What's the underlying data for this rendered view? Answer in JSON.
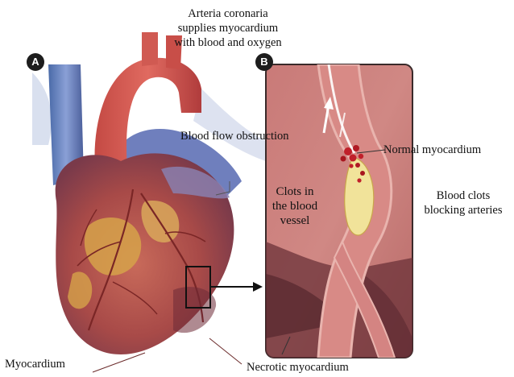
{
  "panels": {
    "a": "A",
    "b": "B"
  },
  "labels": {
    "title_line1": "Arteria coronaria",
    "title_line2": "supplies myocardium",
    "title_line3": "with blood and oxygen",
    "blood_flow_obstruction": "Blood flow obstruction",
    "normal_myocardium": "Normal myocardium",
    "clots_line1": "Clots in",
    "clots_line2": "the blood",
    "clots_line3": "vessel",
    "blocking_line1": "Blood clots",
    "blocking_line2": "blocking arteries",
    "myocardium": "Myocardium",
    "necrotic_myocardium": "Necrotic myocardium"
  },
  "colors": {
    "heart_red": "#b8484a",
    "vessel_blue": "#6b7fb8",
    "fat_yellow": "#d6a24a",
    "plaque_yellow": "#f1e39a",
    "clot_red": "#c0202a"
  }
}
